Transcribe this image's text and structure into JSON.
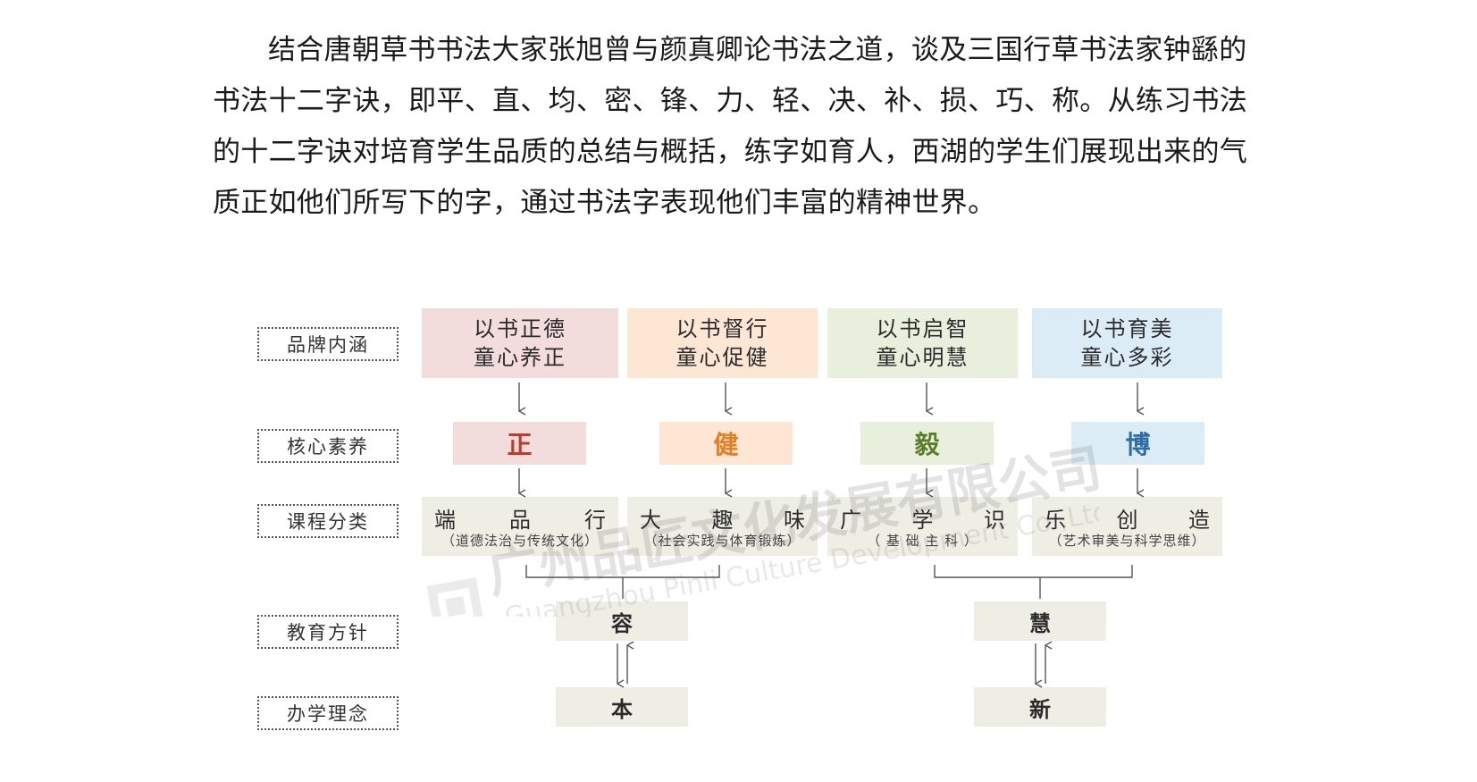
{
  "paragraph": "结合唐朝草书书法大家张旭曾与颜真卿论书法之道，谈及三国行草书法家钟繇的书法十二字诀，即平、直、均、密、锋、力、轻、决、补、损、巧、称。从练习书法的十二字诀对培育学生品质的总结与概括，练字如育人，西湖的学生们展现出来的气质正如他们所写下的字，通过书法字表现他们丰富的精神世界。",
  "row_labels": [
    "品牌内涵",
    "核心素养",
    "课程分类",
    "教育方针",
    "办学理念"
  ],
  "brand": [
    {
      "line1": "以书正德",
      "line2": "童心养正",
      "color": "#f3dcdc"
    },
    {
      "line1": "以书督行",
      "line2": "童心促健",
      "color": "#fde6d4"
    },
    {
      "line1": "以书启智",
      "line2": "童心明慧",
      "color": "#e8efdc"
    },
    {
      "line1": "以书育美",
      "line2": "童心多彩",
      "color": "#dcecf6"
    }
  ],
  "core": [
    {
      "char": "正",
      "bg": "#f3dcdc",
      "fg": "#c0392b"
    },
    {
      "char": "健",
      "bg": "#fde6d4",
      "fg": "#e67e22"
    },
    {
      "char": "毅",
      "bg": "#e8efdc",
      "fg": "#5a7d2a"
    },
    {
      "char": "博",
      "bg": "#dcecf6",
      "fg": "#2e6da4"
    }
  ],
  "courses": [
    {
      "chars": [
        "端",
        "品",
        "行"
      ],
      "sub": "（道德法治与传统文化）"
    },
    {
      "chars": [
        "大",
        "趣",
        "味"
      ],
      "sub": "（社会实践与体育锻炼）"
    },
    {
      "chars": [
        "广",
        "学",
        "识"
      ],
      "sub": "（ 基   础   主   科 ）"
    },
    {
      "chars": [
        "乐",
        "创",
        "造"
      ],
      "sub": "（艺术审美与科学思维）"
    }
  ],
  "policy": [
    "容",
    "慧"
  ],
  "philosophy": [
    "本",
    "新"
  ],
  "watermark": {
    "cn": "广州品匠文化发展有限公司",
    "en": "Guangzhou Pinli Culture Development Co.,Ltd",
    "logo": "品匠"
  }
}
